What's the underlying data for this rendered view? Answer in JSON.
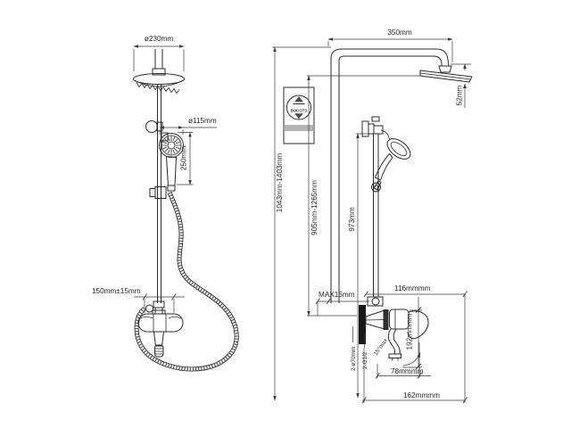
{
  "drawing": {
    "type": "shower-system-technical-drawing",
    "brand": "BUCOTS",
    "line_color": "#2b2b2b",
    "background": "#ffffff",
    "front_view": {
      "head_diameter": "ø230mm",
      "hand_shower_diameter": "ø115mm",
      "hand_shower_length": "250mm",
      "inlet_spacing": "150mm±15mm"
    },
    "side_view": {
      "arm_length": "350mm",
      "head_drop": "52mm",
      "overall_height_range": "1043mm-1403mm",
      "column_height_range": "905mm-1265mm",
      "slide_bar_height": "973mm",
      "wall_thickness_max": "MAX16mm",
      "spout_wall_offset": "116mmmm",
      "mixer_height": "192mmmm",
      "spout_projection": "78mmmm",
      "overall_projection": "162mmmm",
      "escutcheons": "2-ø70mm",
      "connections": "2-G1/2",
      "spout_angle": "15°max"
    }
  }
}
